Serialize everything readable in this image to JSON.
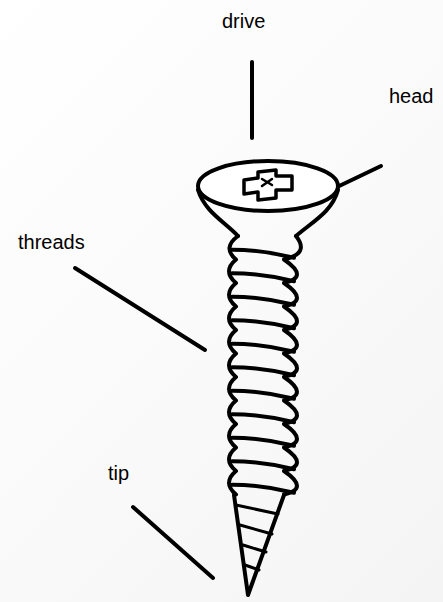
{
  "diagram": {
    "labels": [
      "drive",
      "head",
      "threads",
      "tip"
    ]
  }
}
